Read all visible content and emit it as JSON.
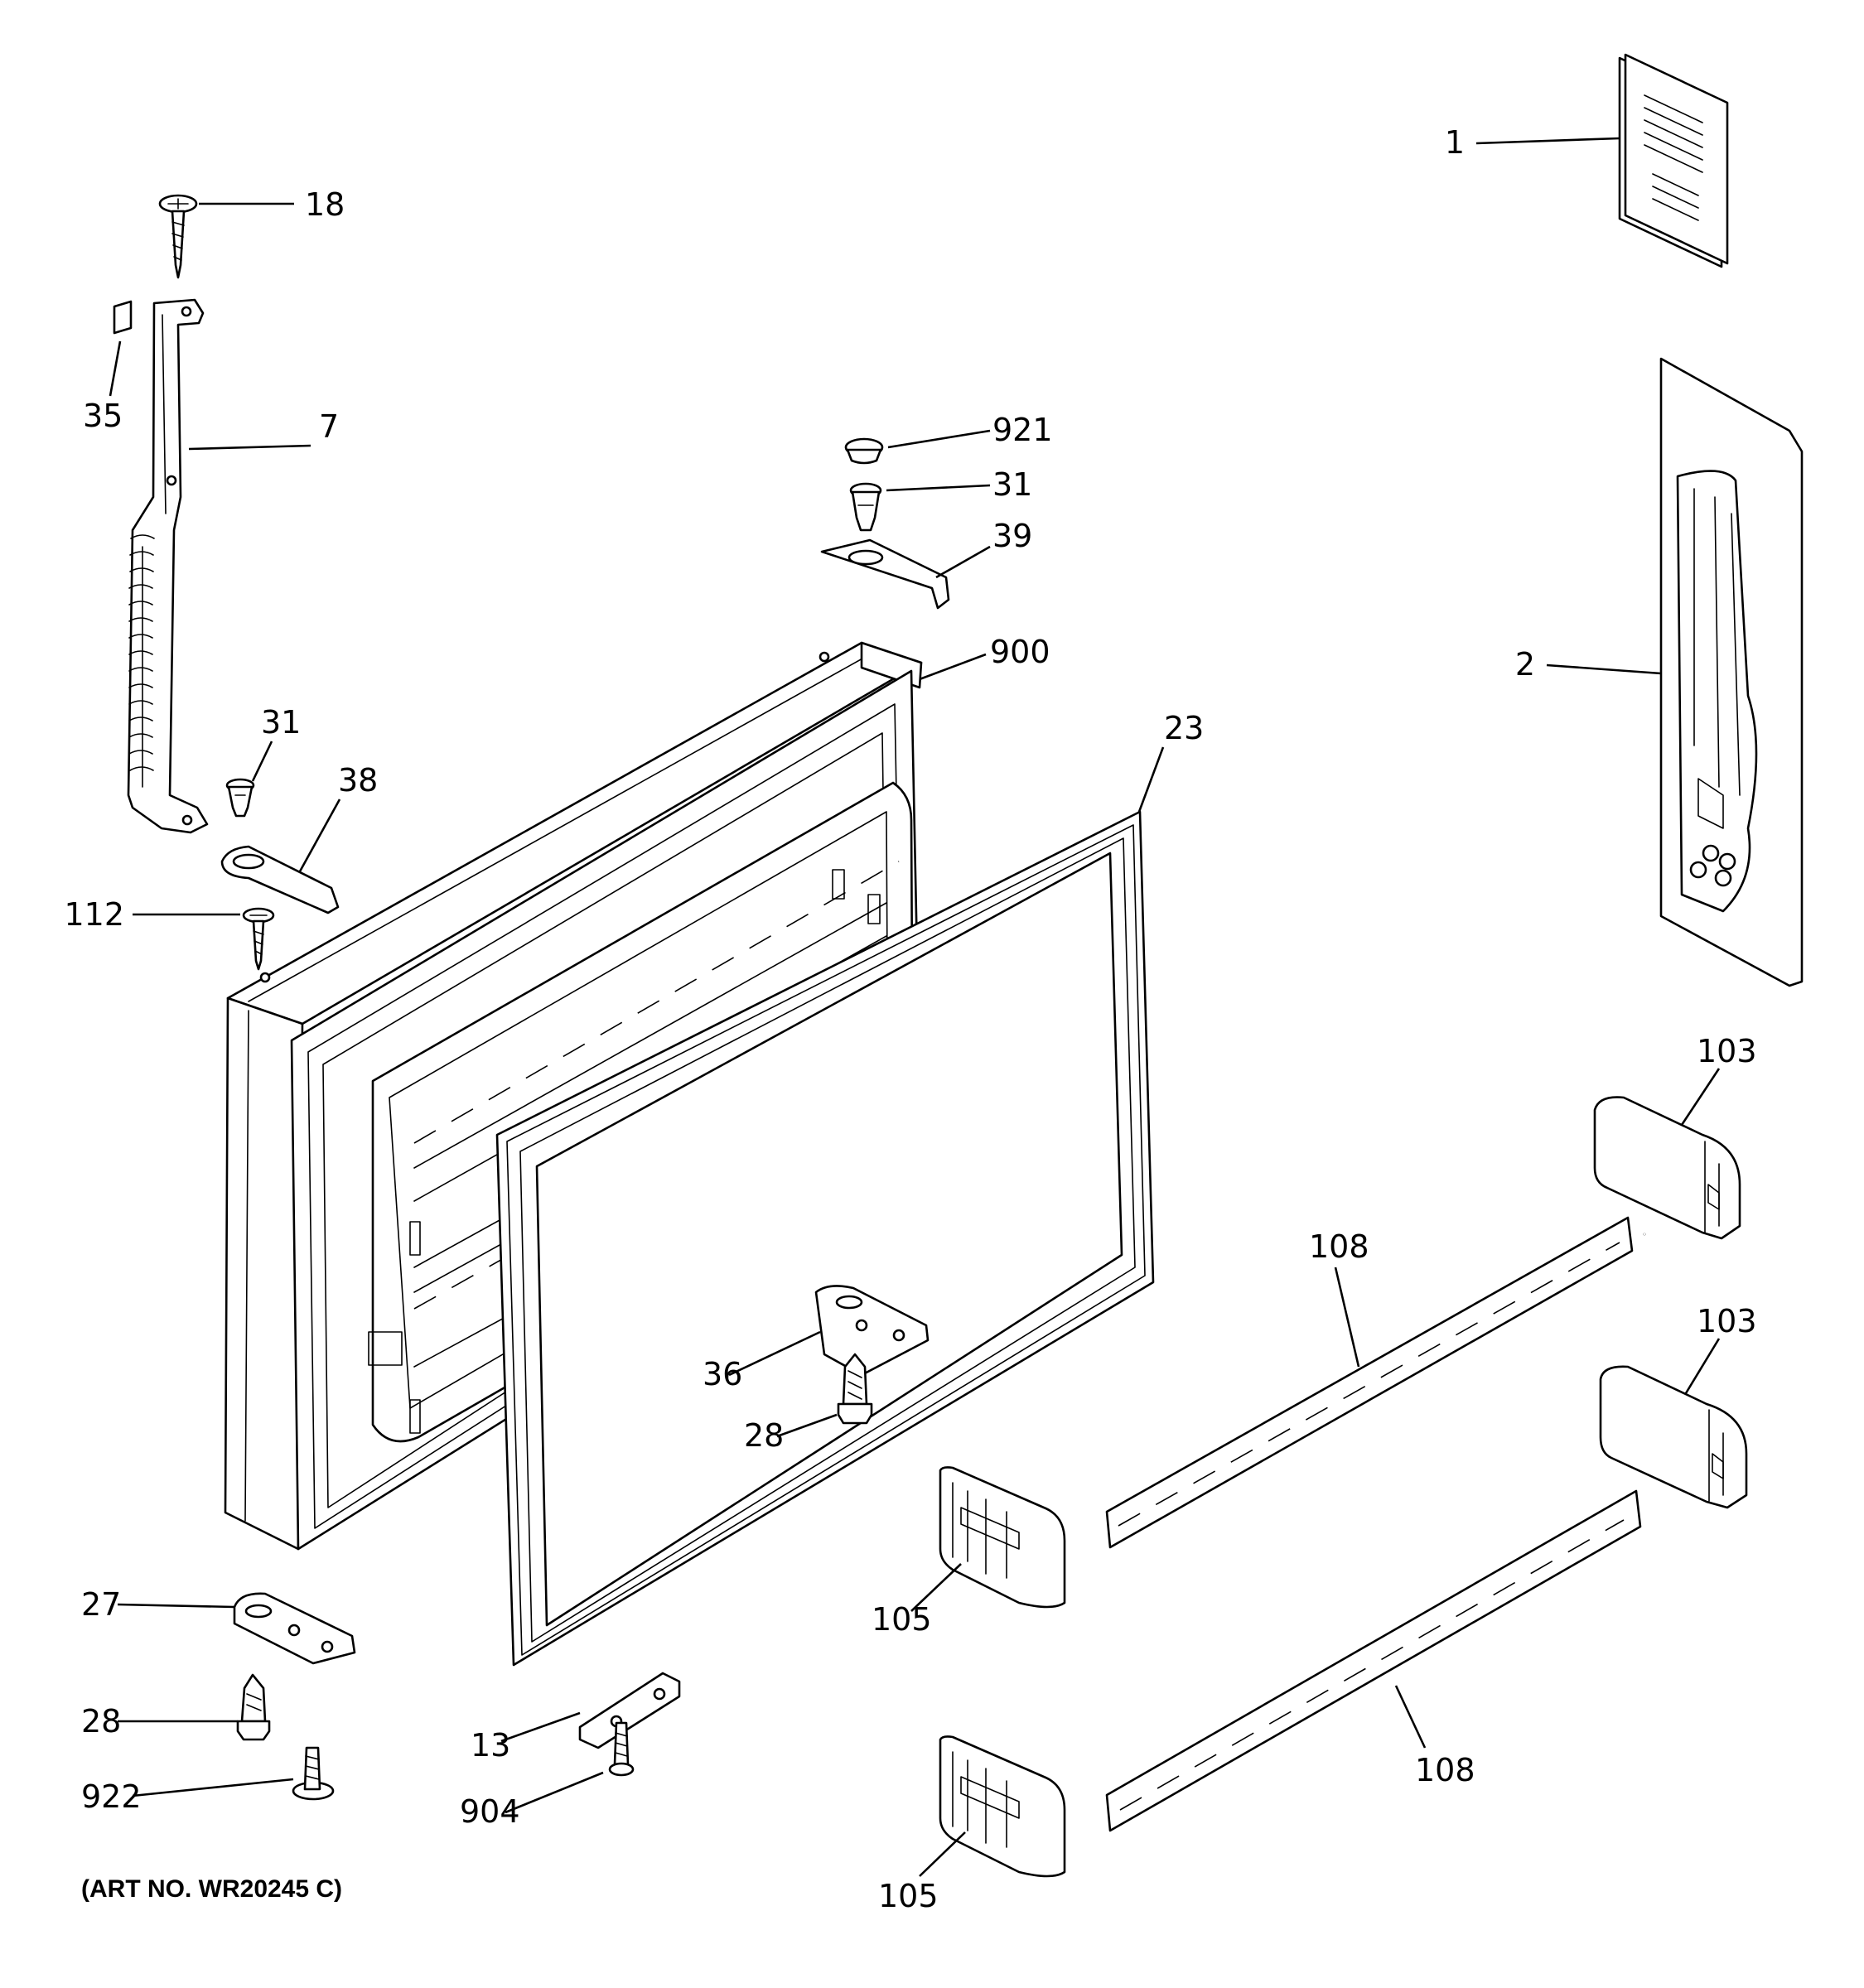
{
  "callouts": {
    "c1": "1",
    "c2": "2",
    "c7": "7",
    "c13": "13",
    "c18": "18",
    "c23": "23",
    "c27": "27",
    "c28a": "28",
    "c28b": "28",
    "c31a": "31",
    "c31b": "31",
    "c35": "35",
    "c36": "36",
    "c38": "38",
    "c39": "39",
    "c103a": "103",
    "c103b": "103",
    "c105a": "105",
    "c105b": "105",
    "c108a": "108",
    "c108b": "108",
    "c112": "112",
    "c900": "900",
    "c904": "904",
    "c921": "921",
    "c922": "922"
  },
  "art_number": "(ART NO. WR20245 C)"
}
